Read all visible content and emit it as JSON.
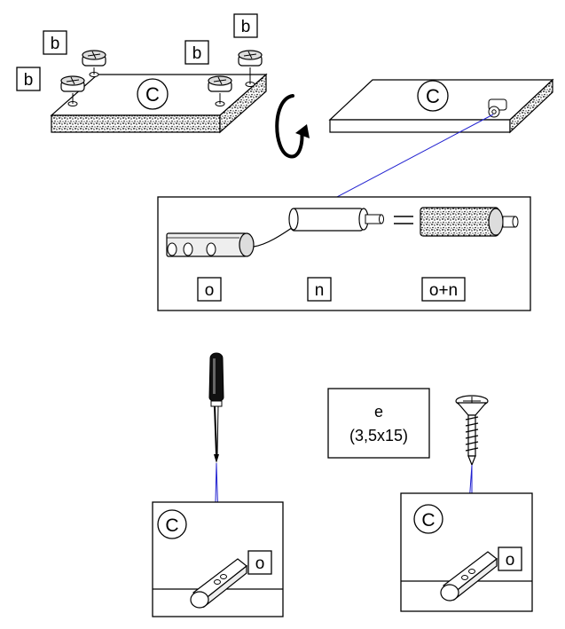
{
  "labels": {
    "b1": "b",
    "b2": "b",
    "b3": "b",
    "b4": "b",
    "c_top_left": "C",
    "c_top_right": "C",
    "c_bottom_left": "C",
    "c_bottom_right": "C",
    "o": "o",
    "n": "n",
    "o_plus_n": "o+n",
    "o_bottom_left": "o",
    "o_bottom_right": "o",
    "e": "e",
    "e_size": "(3,5x15)"
  },
  "colors": {
    "guide_line": "#2020d0",
    "ink": "#000000",
    "panel_texture": "#333333"
  },
  "icons": {
    "rotate": "rotate-arrow-icon",
    "screwdriver": "screwdriver-icon",
    "screw": "screw-icon",
    "push_latch": "push-latch-icon"
  }
}
